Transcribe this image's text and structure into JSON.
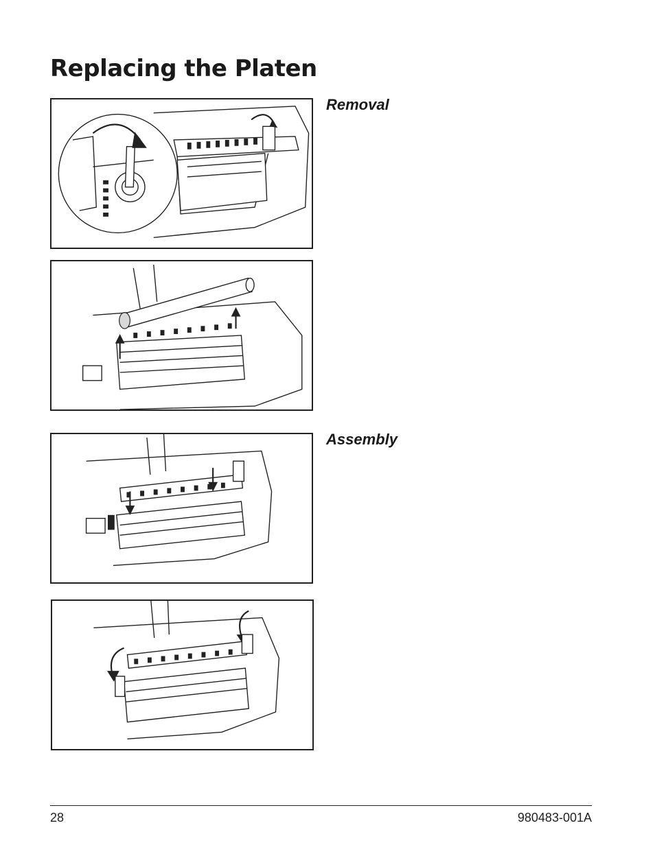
{
  "page": {
    "title": "Replacing the Platen",
    "number": "28",
    "doc_id": "980483-001A"
  },
  "sections": {
    "removal": "Removal",
    "assembly": "Assembly"
  },
  "colors": {
    "ink": "#1a1a1a",
    "background": "#ffffff"
  }
}
